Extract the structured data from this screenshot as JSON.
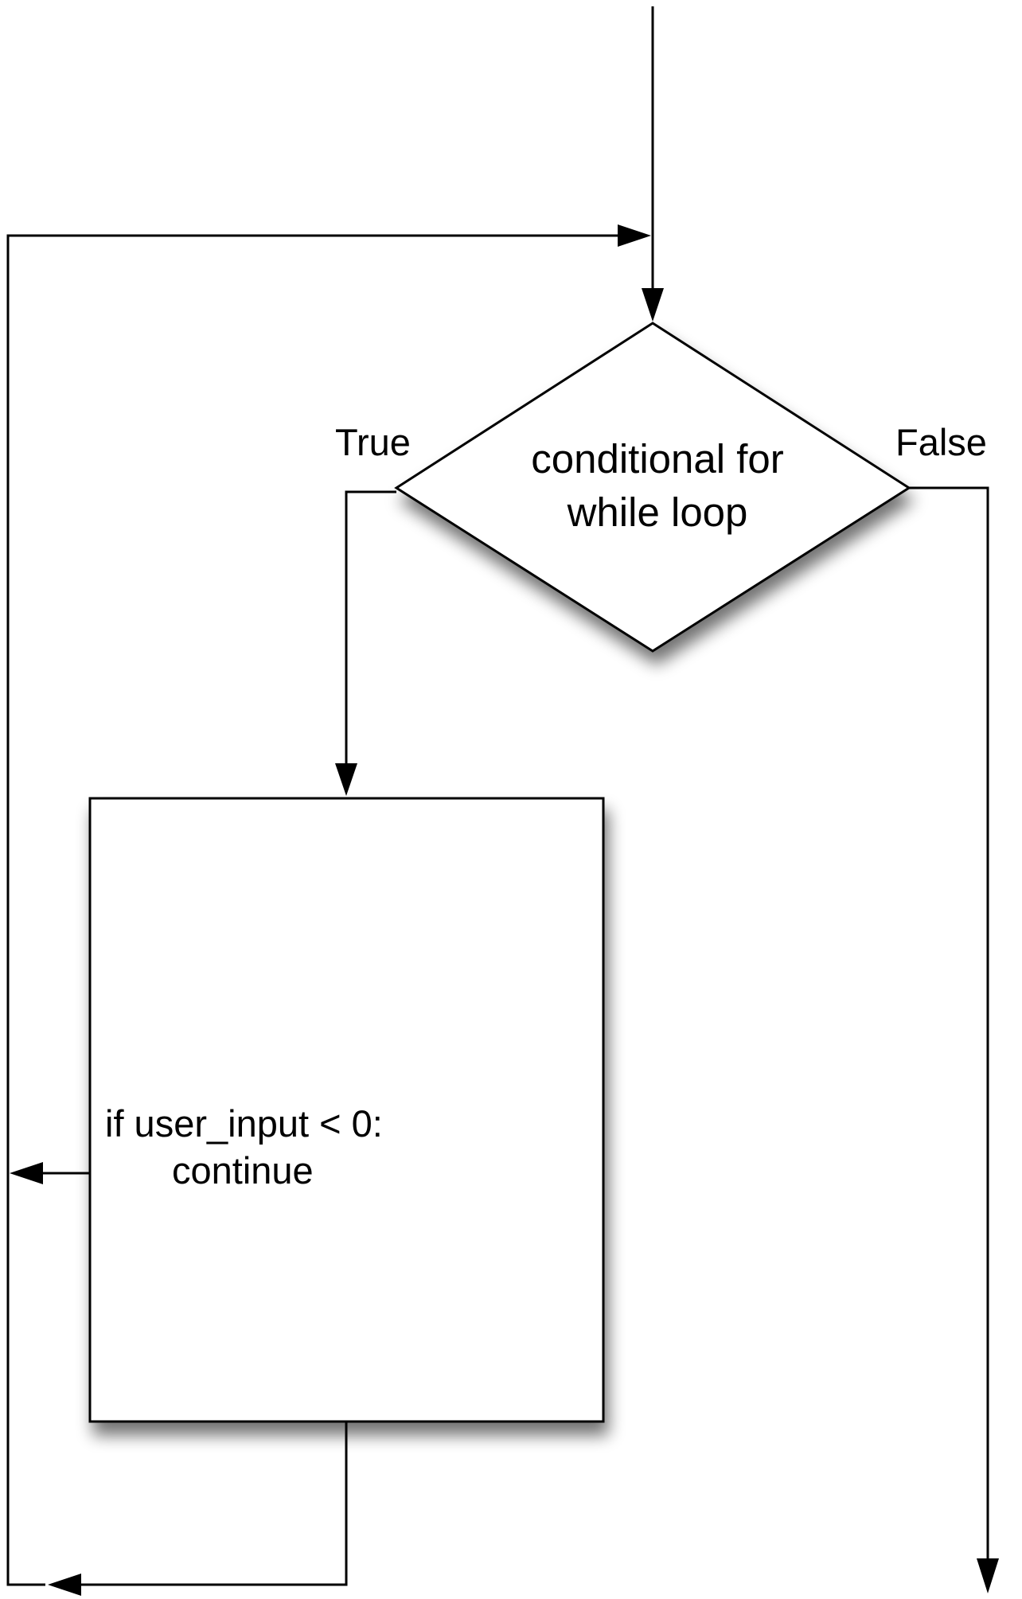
{
  "diagram": {
    "decision": {
      "line1": "conditional for",
      "line2": "while loop"
    },
    "branch_true": "True",
    "branch_false": "False",
    "loop_body": {
      "line1": "if user_input < 0:",
      "line2": "continue"
    }
  }
}
